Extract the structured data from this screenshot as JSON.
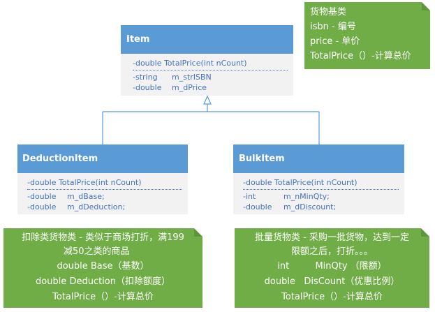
{
  "classes": {
    "item": {
      "name": "Item",
      "method": "-double TotalPrice(int nCount)",
      "fields": [
        {
          "type": "-string",
          "name": "m_strISBN"
        },
        {
          "type": "-double",
          "name": "m_dPrice"
        }
      ]
    },
    "deduction": {
      "name": "DeductionItem",
      "method": "-double TotalPrice(int nCount)",
      "fields": [
        {
          "type": "-double",
          "name": "m_dBase;"
        },
        {
          "type": "-double",
          "name": "m_dDeduction;"
        }
      ]
    },
    "bulk": {
      "name": "BulkItem",
      "method": "-double TotalPrice(int nCount)",
      "fields": [
        {
          "type": "-int",
          "name": "m_nMinQty;"
        },
        {
          "type": "-double",
          "name": "m_dDiscount;"
        }
      ]
    }
  },
  "notes": {
    "item": [
      "货物基类",
      "isbn - 编号",
      "price - 单价",
      "TotalPrice（）-计算总价"
    ],
    "deduction": [
      "扣除类货物类 - 类似于商场打折，满199",
      "减50之类的商品",
      "double    Base（基数）",
      "double    Deduction（扣除额度）",
      "TotalPrice（）-计算总价"
    ],
    "bulk": [
      "批量货物类 - 采购一批货物，达到一定",
      "限额之后，打折。。。",
      "int         MinQty （限额）",
      "double   DisCount（优惠比例）",
      "TotalPrice（）-计算总价"
    ]
  },
  "colors": {
    "class_header": "#5b9bd5",
    "class_body": "#f2f2f2",
    "member_text": "#4472c4",
    "note_fill": "#70ad47",
    "connector": "#5b9bd5"
  }
}
